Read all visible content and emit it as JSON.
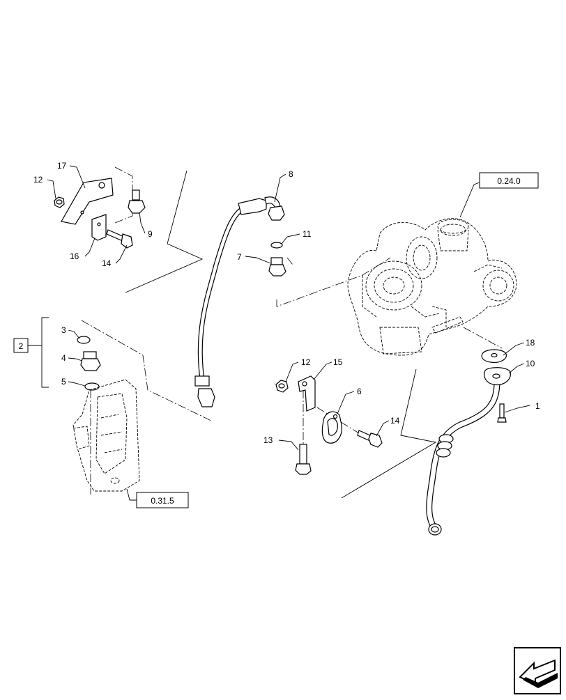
{
  "callouts": {
    "c1": "1",
    "c2": "2",
    "c3": "3",
    "c4": "4",
    "c5": "5",
    "c6": "6",
    "c7": "7",
    "c8": "8",
    "c9": "9",
    "c10": "10",
    "c11": "11",
    "c12a": "12",
    "c12b": "12",
    "c13": "13",
    "c14a": "14",
    "c14b": "14",
    "c15": "15",
    "c16": "16",
    "c17": "17",
    "c18": "18"
  },
  "references": {
    "turbocharger": "0.24.0",
    "filter_head": "0.31.5"
  },
  "nav_icon": "arrow-back-icon"
}
